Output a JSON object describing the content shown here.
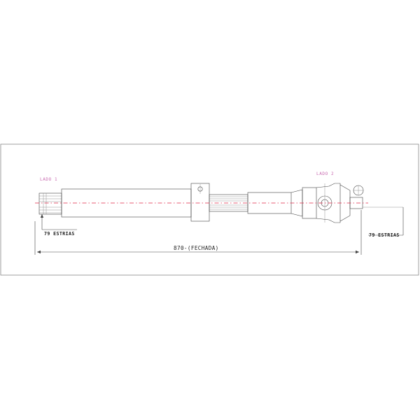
{
  "labels": {
    "side_1": "LADO 1",
    "side_2": "LADO 2",
    "splines_left": "79 ESTRIAS",
    "splines_right": "79 ESTRIAS",
    "overall_length": "870-(FECHADA)"
  },
  "colors": {
    "frame": "#888888",
    "outline": "#444444",
    "centerline": "#e0284a",
    "side_label": "#c86ab0"
  }
}
